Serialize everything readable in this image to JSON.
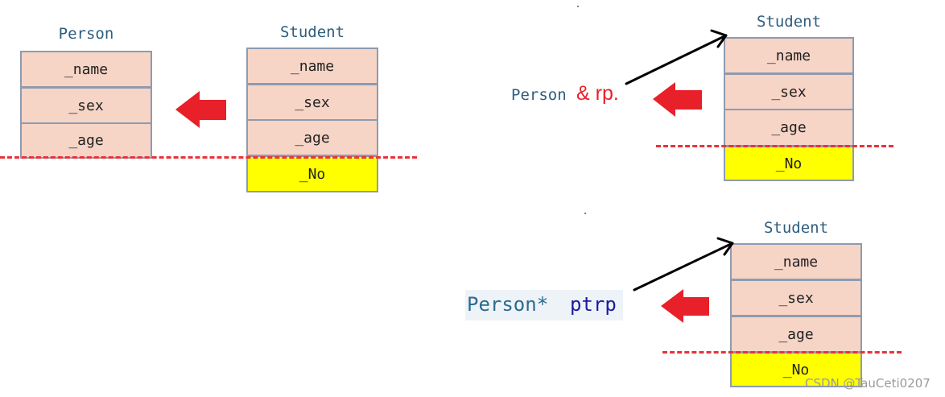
{
  "diagram1": {
    "base_title": "Person",
    "base_fields": [
      "_name",
      "_sex",
      "_age"
    ],
    "derived_title": "Student",
    "derived_fields": [
      "_name",
      "_sex",
      "_age"
    ],
    "derived_extra": "_No"
  },
  "diagram2": {
    "derived_title": "Student",
    "derived_fields": [
      "_name",
      "_sex",
      "_age"
    ],
    "derived_extra": "_No",
    "ref_type": "Person",
    "ref_var": "& rp."
  },
  "diagram3": {
    "derived_title": "Student",
    "derived_fields": [
      "_name",
      "_sex",
      "_age"
    ],
    "derived_extra": "_No",
    "ptr_type": "Person*",
    "ptr_var": "ptrp"
  },
  "colors": {
    "field_fill": "#f6d4c6",
    "extra_fill": "#ffff00",
    "arrow_red": "#e8202a",
    "dash_red": "#e8333a",
    "title_blue": "#2e5d7e"
  },
  "watermark": "CSDN @TauCeti0207"
}
